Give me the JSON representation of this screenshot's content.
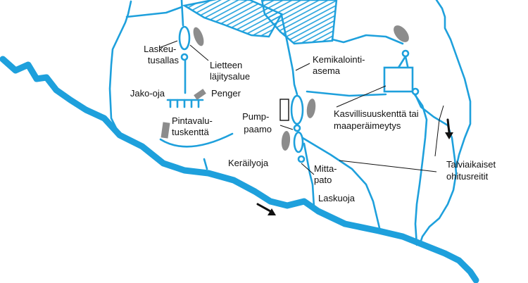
{
  "colors": {
    "water": "#1ea0dc",
    "stone": "#8c8c8c",
    "ink": "#111111",
    "background": "#ffffff"
  },
  "labels": {
    "laskeutusallas": [
      "Laskeu-",
      "tusallas"
    ],
    "lietteen": [
      "Lietteen",
      "läjitysalue"
    ],
    "jako_oja": [
      "Jako-oja"
    ],
    "penger": [
      "Penger"
    ],
    "pintavalu": [
      "Pintavalu-",
      "tuskenttä"
    ],
    "keraily": [
      "Keräilyoja"
    ],
    "kemikalointi": [
      "Kemikalointi-",
      "asema"
    ],
    "pumppaamo": [
      "Pump-",
      "paamo"
    ],
    "mittapato": [
      "Mitta-",
      "pato"
    ],
    "laskuoja": [
      "Laskuoja"
    ],
    "kasvillisuus": [
      "Kasvillisuuskenttä tai",
      "maaperäimeytys"
    ],
    "talviaikaiset": [
      "Talviaikaiset",
      "ohitusreitit"
    ]
  }
}
